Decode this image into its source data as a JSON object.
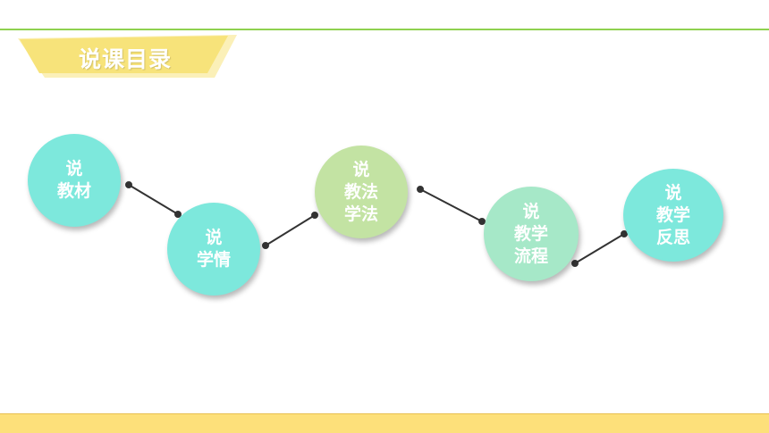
{
  "title": "说课目录",
  "colors": {
    "accent_line": "#8fd14f",
    "banner_yellow": "#f7e37a",
    "banner_light": "#fbf0b8",
    "circle_teal": "#7de8dc",
    "circle_green": "#c3e3a3",
    "circle_mint": "#a6e8c8",
    "bottom_bar": "#fde07a"
  },
  "items": [
    {
      "lines": [
        "说",
        "教材"
      ],
      "color": "#7de8dc"
    },
    {
      "lines": [
        "说",
        "学情"
      ],
      "color": "#7de8dc"
    },
    {
      "lines": [
        "说",
        "教法",
        "学法"
      ],
      "color": "#c3e3a3"
    },
    {
      "lines": [
        "说",
        "教学",
        "流程"
      ],
      "color": "#a6e8c8"
    },
    {
      "lines": [
        "说",
        "教学",
        "反思"
      ],
      "color": "#7de8dc"
    }
  ]
}
